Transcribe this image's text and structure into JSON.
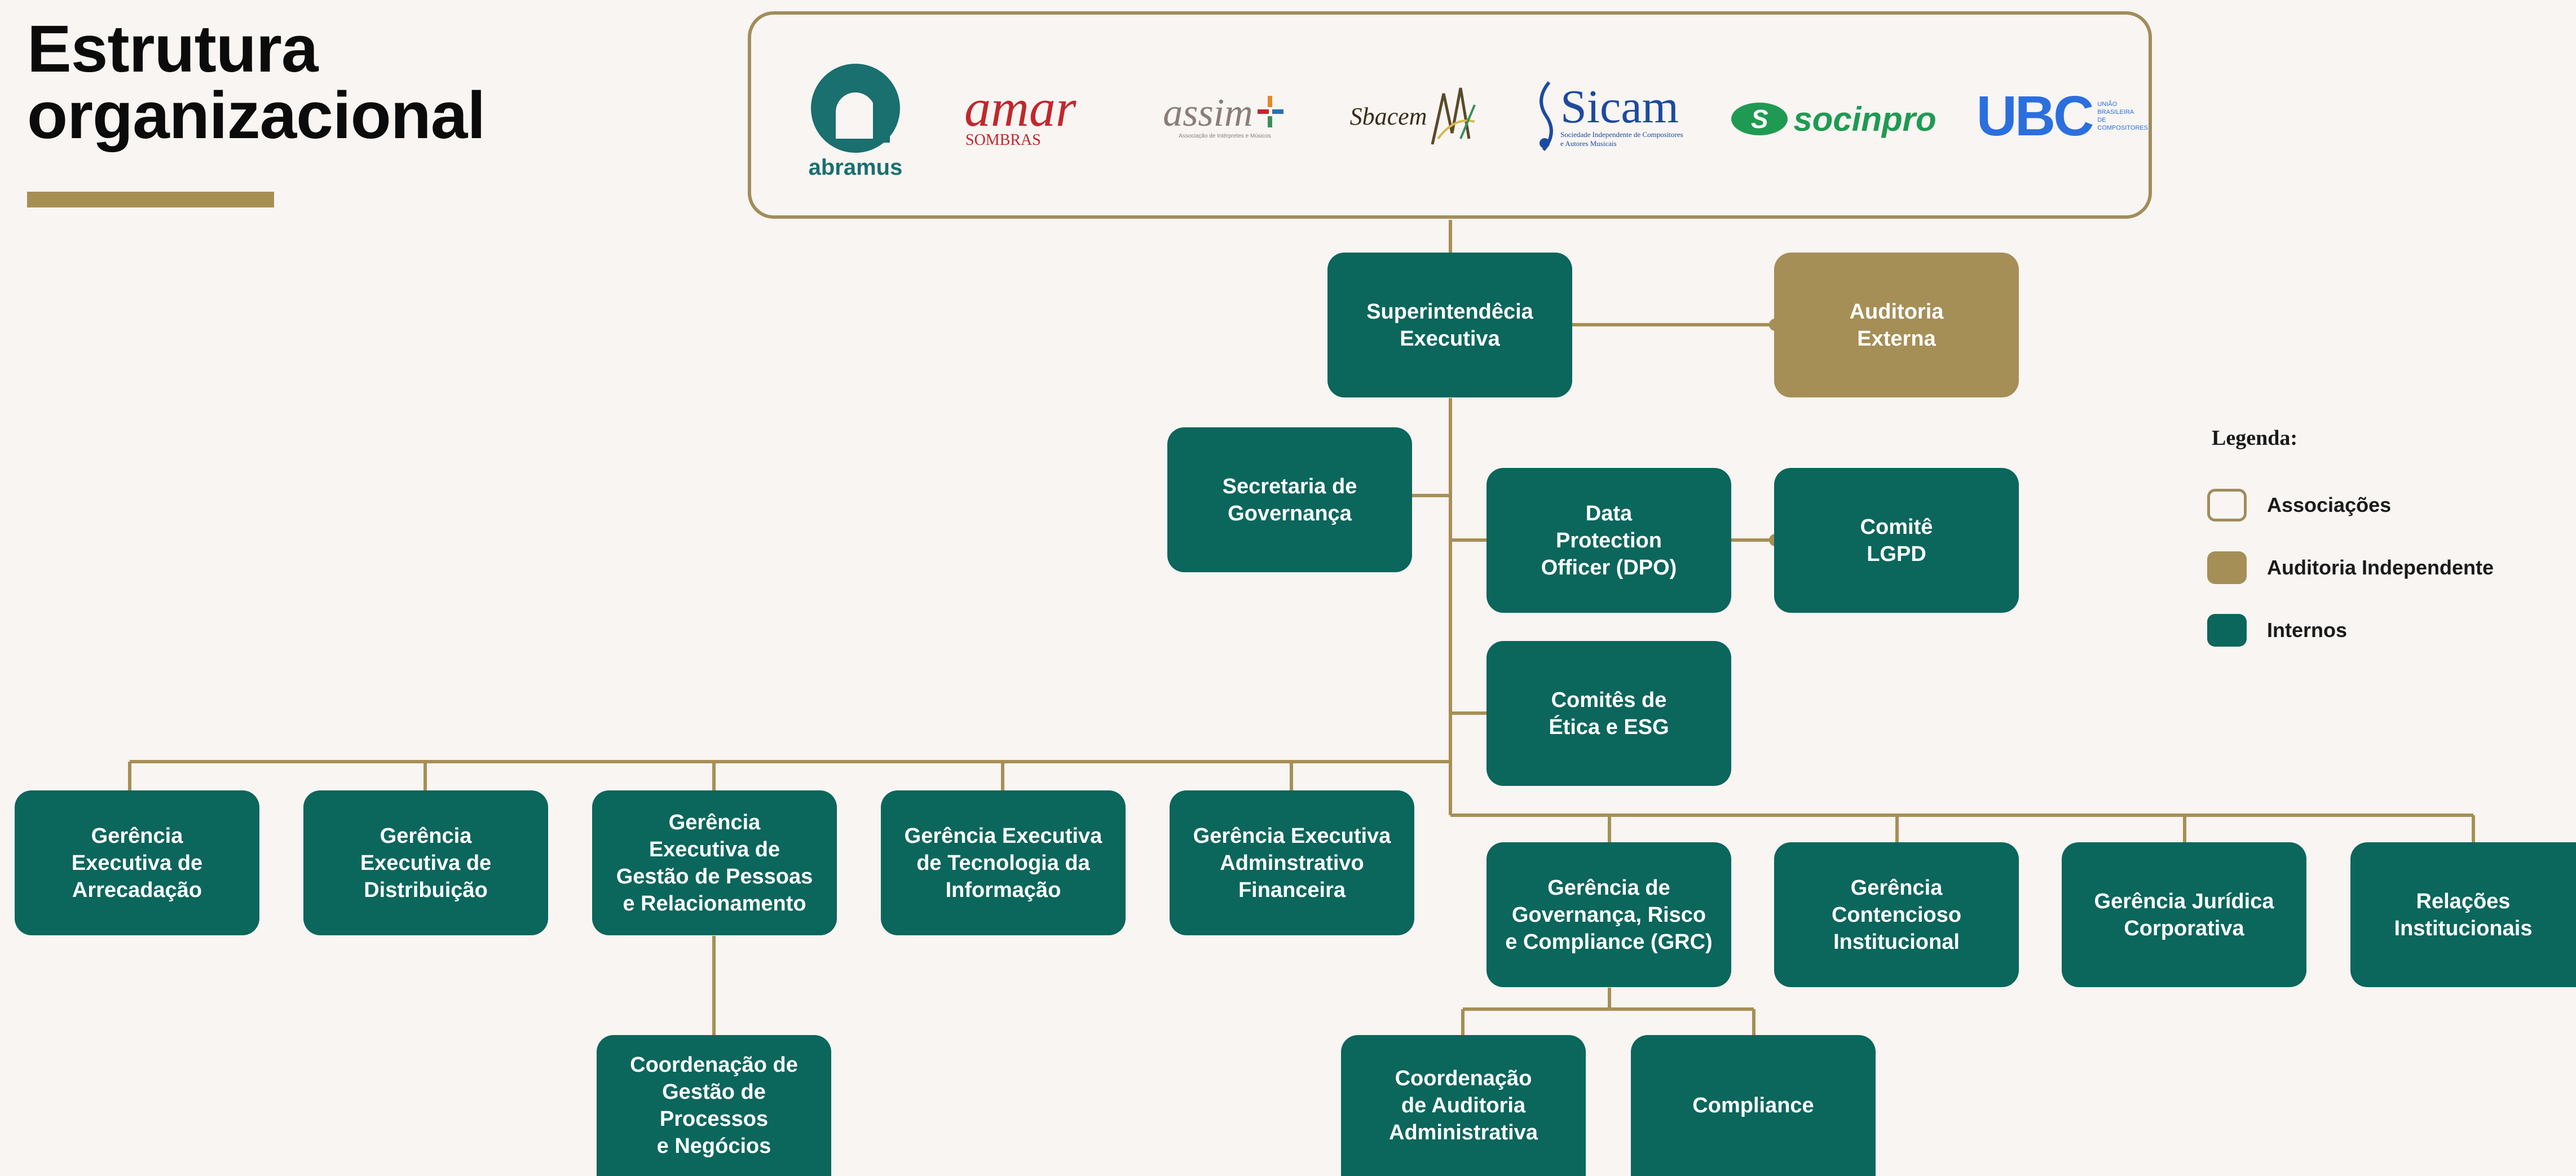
{
  "title": {
    "line1": "Estrutura",
    "line2": "organizacional"
  },
  "associations": {
    "logos": [
      {
        "name": "abramus",
        "label": "abramus",
        "glyph": "a",
        "color": "#1a6f6f"
      },
      {
        "name": "amar",
        "label": "amar",
        "sub": "SOMBRAS",
        "color": "#c0282d"
      },
      {
        "name": "assim",
        "label": "assim",
        "sub": "Associação de Intérpretes e Músicos",
        "color": "#8a7d78"
      },
      {
        "name": "sbacem",
        "label": "Sbacem",
        "color": "#5a4a2a"
      },
      {
        "name": "sicam",
        "label": "Sicam",
        "sub": "Sociedade Independente de Compositores e Autores Musicais",
        "color": "#1d4aa0"
      },
      {
        "name": "socinpro",
        "label": "socinpro",
        "color": "#1f9a52"
      },
      {
        "name": "ubc",
        "label": "UBC",
        "sub": "UNIÃO BRASILEIRA DE COMPOSITORES",
        "color": "#2b6fde"
      }
    ]
  },
  "nodes": {
    "superintendencia": "Superintendêcia\nExecutiva",
    "auditoria_externa": "Auditoria\nExterna",
    "secretaria": "Secretaria de\nGovernança",
    "dpo": "Data\nProtection\nOfficer (DPO)",
    "comite_lgpd": "Comitê\nLGPD",
    "comites_etica": "Comitês de\nÉtica e ESG",
    "ger_arrecadacao": "Gerência\nExecutiva de\nArrecadação",
    "ger_distribuicao": "Gerência\nExecutiva de\nDistribuição",
    "ger_pessoas": "Gerência\nExecutiva de\nGestão de Pessoas\ne Relacionamento",
    "ger_ti": "Gerência Executiva\nde Tecnologia da\nInformação",
    "ger_adm": "Gerência Executiva\nAdminstrativo\nFinanceira",
    "ger_grc": "Gerência de\nGovernança, Risco\ne Compliance (GRC)",
    "ger_contencioso": "Gerência\nContencioso\nInstitucional",
    "ger_juridica": "Gerência Jurídica\nCorporativa",
    "relacoes": "Relações\nInstitucionais",
    "coord_processos": "Coordenação de\nGestão de Processos\ne Negócios",
    "coord_auditoria": "Coordenação\nde Auditoria\nAdministrativa",
    "compliance": "Compliance"
  },
  "legend": {
    "title": "Legenda:",
    "items": [
      {
        "label": "Associações",
        "type": "outline"
      },
      {
        "label": "Auditoria Independente",
        "type": "gold"
      },
      {
        "label": "Internos",
        "type": "teal"
      }
    ]
  },
  "colors": {
    "teal": "#0b665c",
    "gold": "#a58f56",
    "line": "#a78f54",
    "background": "#f8f5f2"
  }
}
